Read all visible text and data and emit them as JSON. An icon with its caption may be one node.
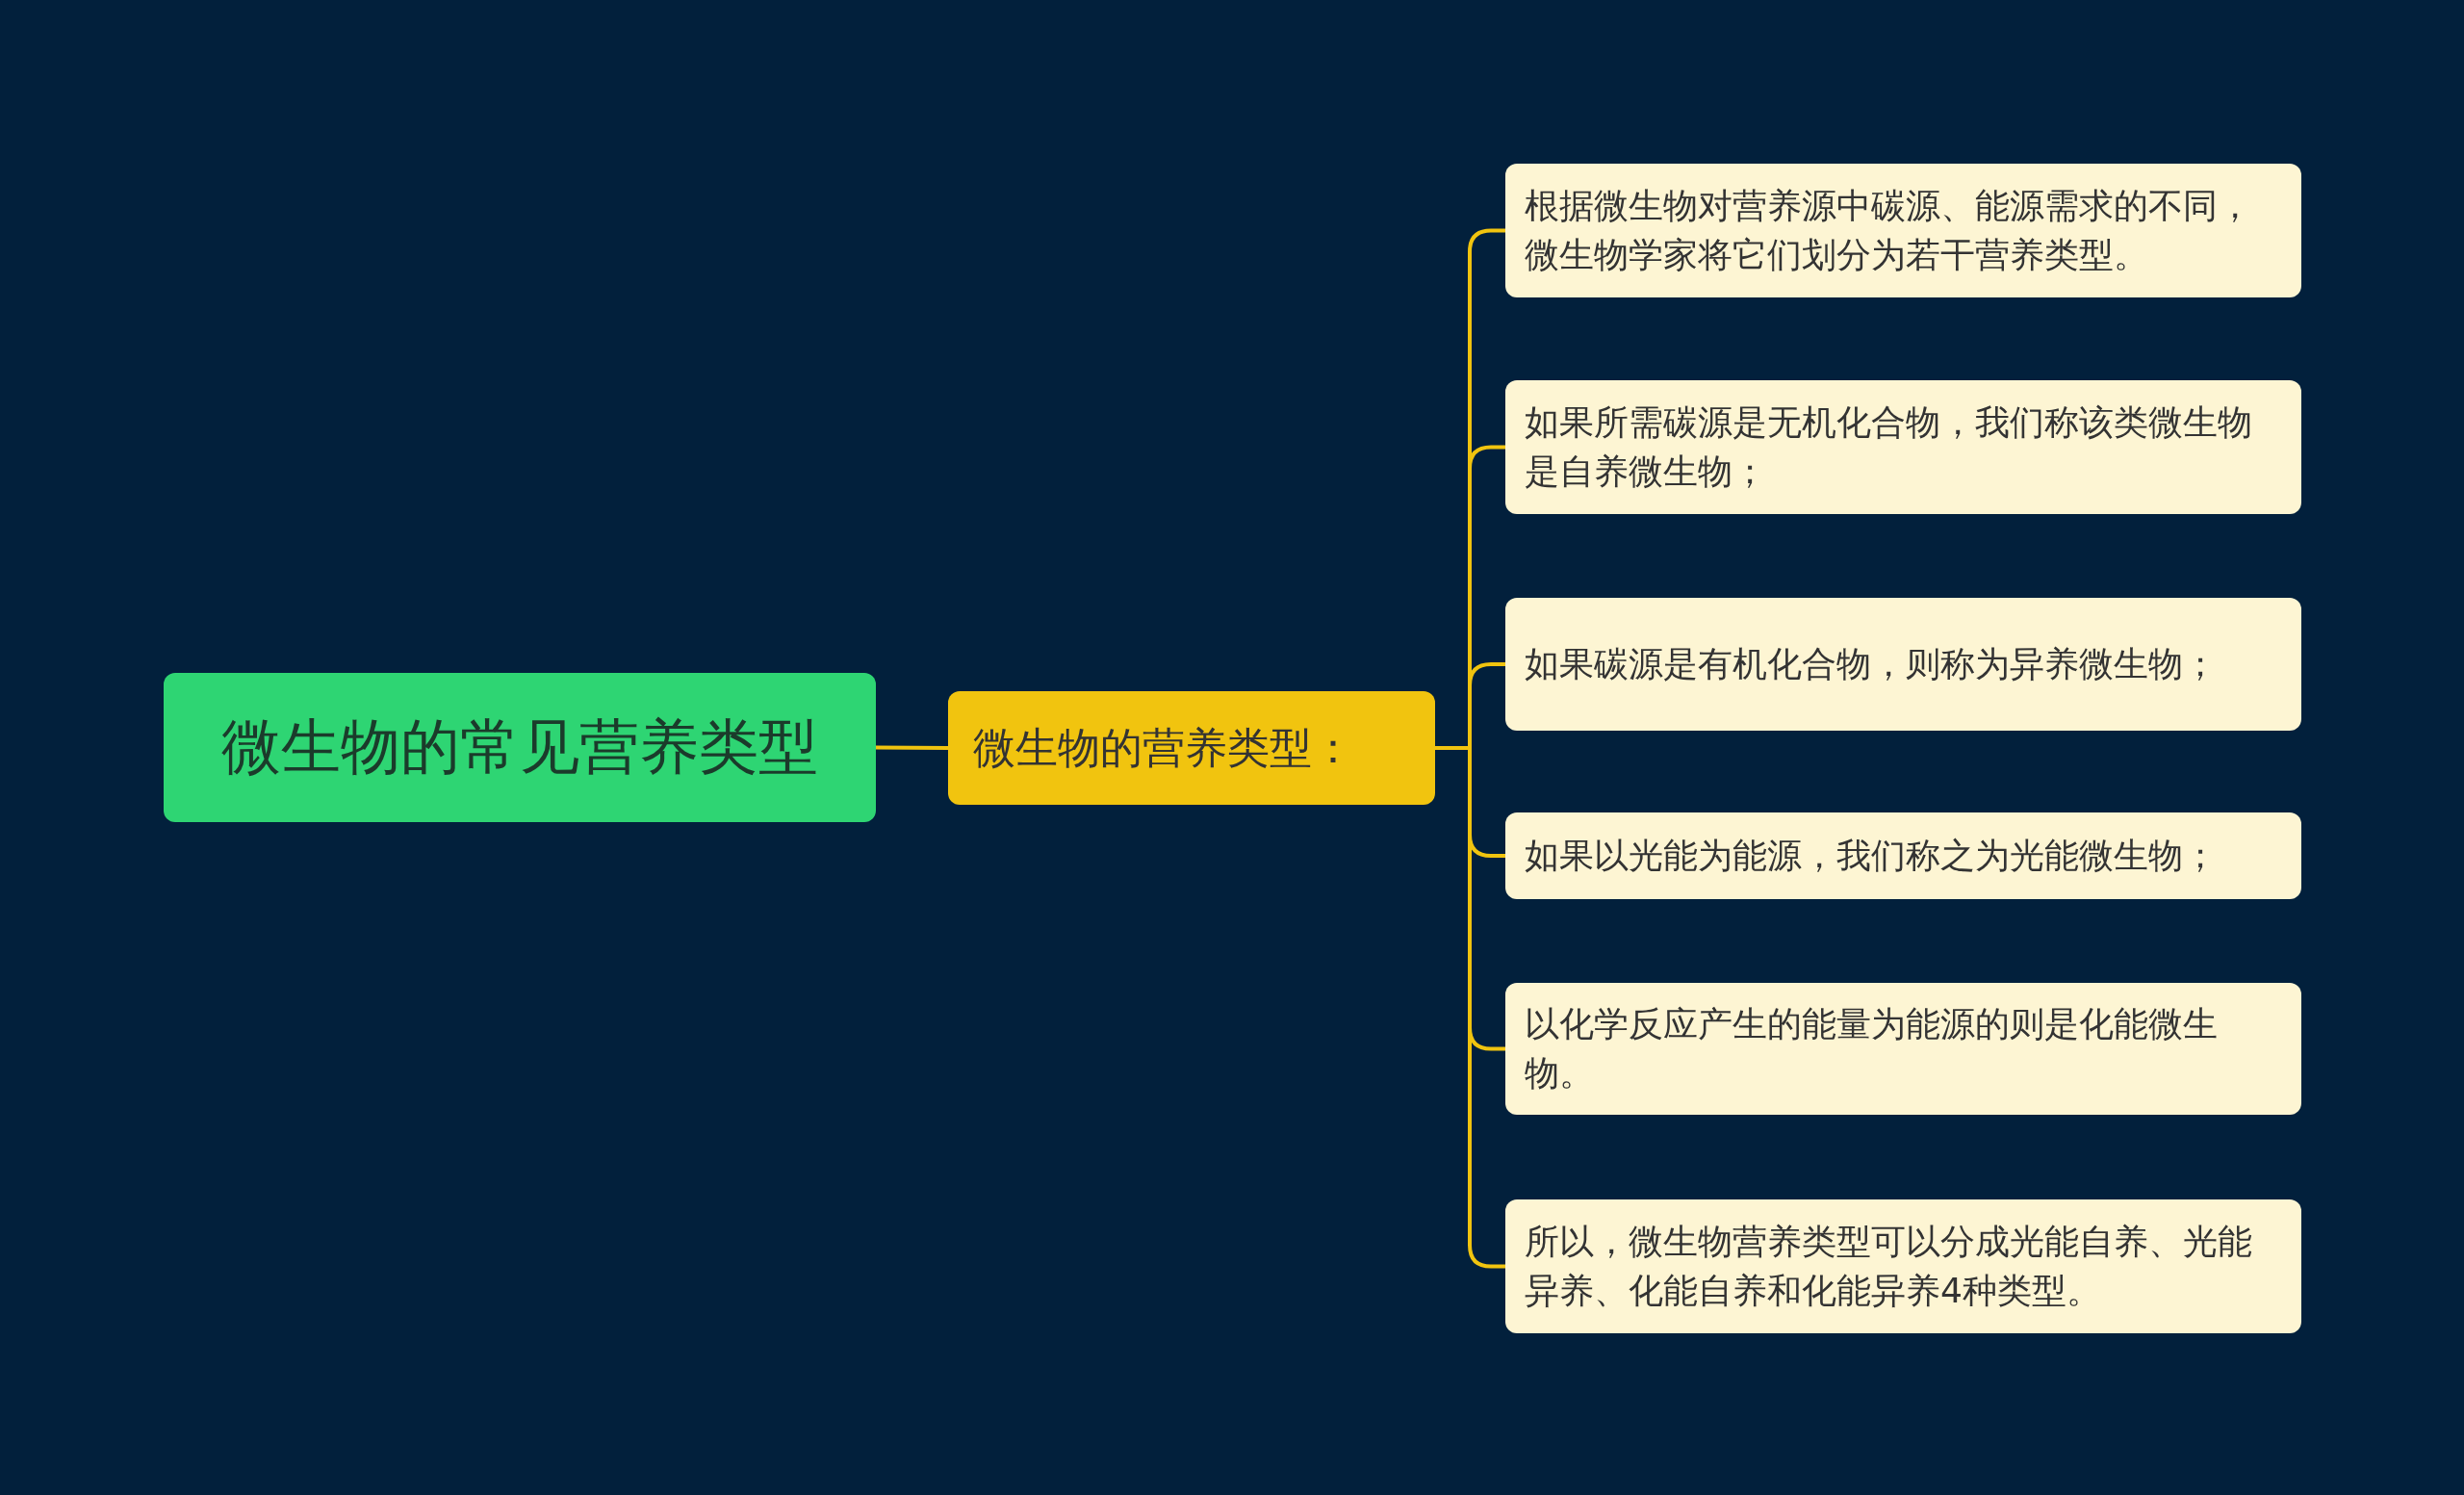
{
  "diagram": {
    "nodes": [
      {
        "text": [
          "微生物的常见营养类型"
        ]
      },
      {
        "text": [
          "微生物的营养类型："
        ]
      },
      {
        "text": [
          "根据微生物对营养源中碳源、能源需求的不同，微生物学家将它们划分为若干营养类型。"
        ]
      },
      {
        "text": [
          "如果所需碳源是无机化合物，我们称该类微生物是自养微生物；"
        ]
      },
      {
        "text": [
          "如果碳源是有机化合物，则称为异养微生物；"
        ]
      },
      {
        "text": [
          "如果以光能为能源，我们称之为光能微生物；"
        ]
      },
      {
        "text": [
          "以化学反应产生的能量为能源的则是化能微生物。"
        ]
      },
      {
        "text": [
          "所以，微生物营养类型可以分成光能自养、光能异养、化能自养和化能异养4种类型。"
        ]
      }
    ],
    "edges": [
      {
        "from": 0,
        "to": 1,
        "arrow": "none"
      },
      {
        "from": 1,
        "to": 2,
        "arrow": "none"
      },
      {
        "from": 1,
        "to": 3,
        "arrow": "none"
      },
      {
        "from": 1,
        "to": 4,
        "arrow": "none"
      },
      {
        "from": 1,
        "to": 5,
        "arrow": "none"
      },
      {
        "from": 1,
        "to": 6,
        "arrow": "none"
      },
      {
        "from": 1,
        "to": 7,
        "arrow": "none"
      }
    ]
  }
}
